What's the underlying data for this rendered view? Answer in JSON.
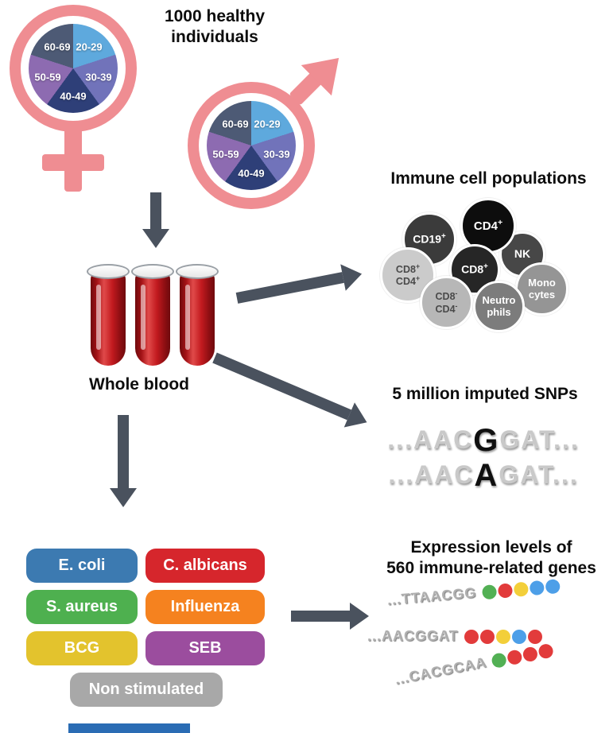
{
  "cohort": {
    "title": "1000 healthy\nindividuals",
    "symbol_color": "#ef8d92",
    "age_groups": [
      {
        "label": "20-29",
        "color": "#5ea9dd"
      },
      {
        "label": "30-39",
        "color": "#7173ba"
      },
      {
        "label": "40-49",
        "color": "#2e3f78"
      },
      {
        "label": "50-59",
        "color": "#8d6bb1"
      },
      {
        "label": "60-69",
        "color": "#4d5a75"
      }
    ]
  },
  "blood": {
    "label": "Whole blood",
    "tube_color": "#c0181c"
  },
  "immune": {
    "title": "Immune cell populations",
    "cells": [
      {
        "line1": "CD19",
        "sup1": "+",
        "color": "#3b3b3b",
        "text_color": "#ffffff"
      },
      {
        "line1": "CD4",
        "sup1": "+",
        "color": "#0d0d0d",
        "text_color": "#ffffff"
      },
      {
        "line1": "NK",
        "color": "#474747",
        "text_color": "#ffffff"
      },
      {
        "line1": "CD8",
        "sup1": "+",
        "color": "#262626",
        "text_color": "#ffffff"
      },
      {
        "line1": "CD8",
        "sup1": "+",
        "line2": "CD4",
        "sup2": "+",
        "color": "#cbcbcb",
        "text_color": "#4a4a4a"
      },
      {
        "line1": "Mono",
        "line2": "cytes",
        "color": "#959595",
        "text_color": "#ffffff"
      },
      {
        "line1": "CD8",
        "sup1": "-",
        "line2": "CD4",
        "sup2": "-",
        "color": "#b7b7b7",
        "text_color": "#4a4a4a"
      },
      {
        "line1": "Neutro",
        "line2": "phils",
        "color": "#7c7c7c",
        "text_color": "#ffffff"
      }
    ]
  },
  "snps": {
    "title": "5 million imputed SNPs",
    "sequences": [
      {
        "pre": "...AAC",
        "variant": "G",
        "post": "GAT..."
      },
      {
        "pre": "...AAC",
        "variant": "A",
        "post": "GAT..."
      }
    ]
  },
  "stimuli": {
    "items": [
      {
        "label": "E. coli",
        "color": "#3c7ab1"
      },
      {
        "label": "C. albicans",
        "color": "#d6262c"
      },
      {
        "label": "S. aureus",
        "color": "#4eb04f"
      },
      {
        "label": "Influenza",
        "color": "#f5821f"
      },
      {
        "label": "BCG",
        "color": "#e3c32d"
      },
      {
        "label": "SEB",
        "color": "#9b4d9e"
      },
      {
        "label": "Non stimulated",
        "color": "#a8a8a8"
      }
    ]
  },
  "expression": {
    "title": "Expression levels of\n560 immune-related genes",
    "rows": [
      {
        "seq": "...TTAACGG",
        "dots": [
          "#52b054",
          "#e23b3b",
          "#f3cf3a",
          "#4d9fe8",
          "#4d9fe8"
        ]
      },
      {
        "seq": "...AACGGAT",
        "dots": [
          "#e23b3b",
          "#e23b3b",
          "#f3cf3a",
          "#4d9fe8",
          "#e23b3b"
        ]
      },
      {
        "seq": "...CACGCAA",
        "dots": [
          "#52b054",
          "#e23b3b",
          "#e23b3b",
          "#e23b3b"
        ]
      }
    ]
  },
  "footer": {
    "bar_color": "#2a6cb4"
  }
}
